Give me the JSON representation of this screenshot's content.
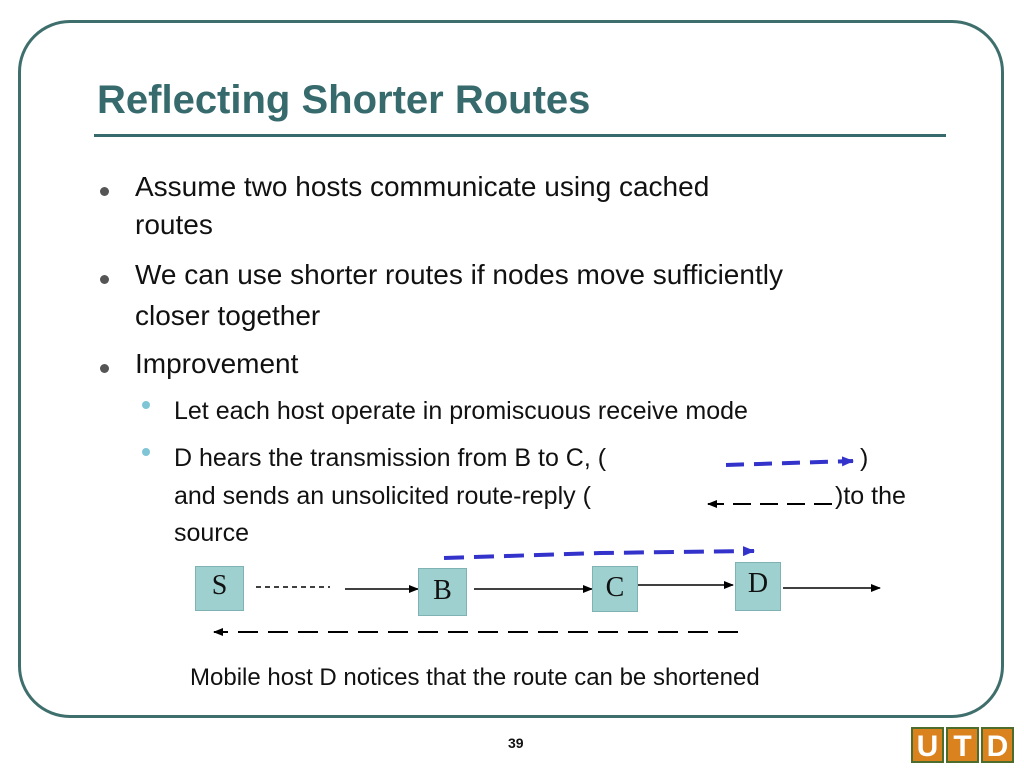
{
  "slide": {
    "title": "Reflecting Shorter Routes",
    "bullets": [
      {
        "line1": "Assume two hosts communicate using cached",
        "line2": "routes"
      },
      {
        "line1": "We can use shorter routes if nodes move sufficiently",
        "line2": "closer together"
      },
      {
        "line1": "Improvement"
      }
    ],
    "sub_bullets": [
      {
        "line1": "Let each host operate in promiscuous receive mode"
      },
      {
        "line1a": "D hears the transmission from B to C, (",
        "line1b": ")",
        "line2a": "and sends an unsolicited route-reply (",
        "line2b": ")to the",
        "line3": "source"
      }
    ],
    "diagram": {
      "nodes": [
        "S",
        "B",
        "C",
        "D"
      ],
      "caption": "Mobile host D notices that the route can be shortened",
      "colors": {
        "node_fill": "#9fd0d0",
        "overheard": "#3333cc",
        "reply": "#000000"
      }
    },
    "page_number": "39",
    "logo": [
      "U",
      "T",
      "D"
    ]
  }
}
